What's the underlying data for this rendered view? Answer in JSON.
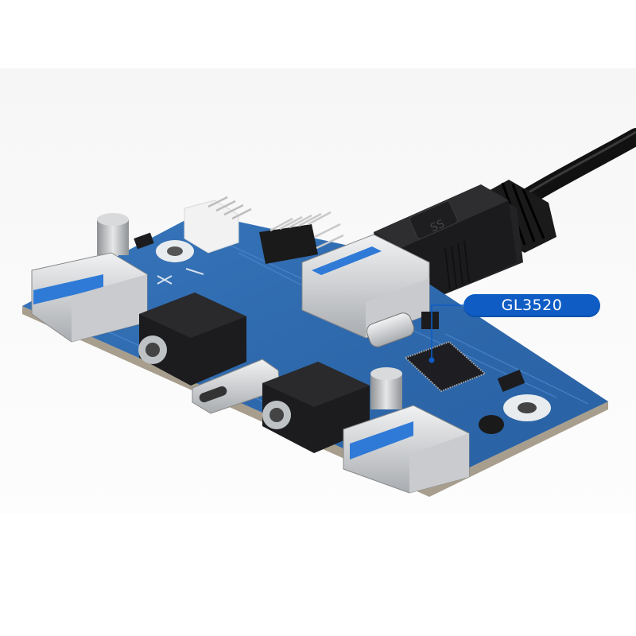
{
  "image": {
    "subject": "USB 3.0 hub expansion PCB with USB-A plug cable",
    "background_color": "#f7f7f7"
  },
  "callout": {
    "label": "GL3520",
    "color": "#0e5cc4",
    "text_color": "#ffffff"
  },
  "components": [
    {
      "name": "usb-a-port-left",
      "type": "USB 3.0 Type-A receptacle"
    },
    {
      "name": "usb-a-port-rear",
      "type": "USB 3.0 Type-A receptacle with plug inserted"
    },
    {
      "name": "usb-a-port-right",
      "type": "USB 3.0 Type-A receptacle"
    },
    {
      "name": "usb-c-port",
      "type": "USB Type-C receptacle"
    },
    {
      "name": "audio-jack-left",
      "type": "3.5mm audio jack"
    },
    {
      "name": "audio-jack-right",
      "type": "3.5mm audio jack"
    },
    {
      "name": "pin-header",
      "type": "2x5 right-angle pin header"
    },
    {
      "name": "power-connector",
      "type": "4-pin white power connector"
    },
    {
      "name": "hub-controller-chip",
      "type": "GL3520 hub controller IC"
    },
    {
      "name": "usb-cable",
      "type": "black USB 3.0 Type-A cable"
    }
  ],
  "colors": {
    "pcb": "#2f6db3",
    "pcb_dark": "#1f4f8c",
    "pcb_edge": "#a89e8e",
    "metal": "#d8dadc",
    "usb_blue": "#2f7ad6",
    "plastic_black": "#1c1c1e"
  }
}
